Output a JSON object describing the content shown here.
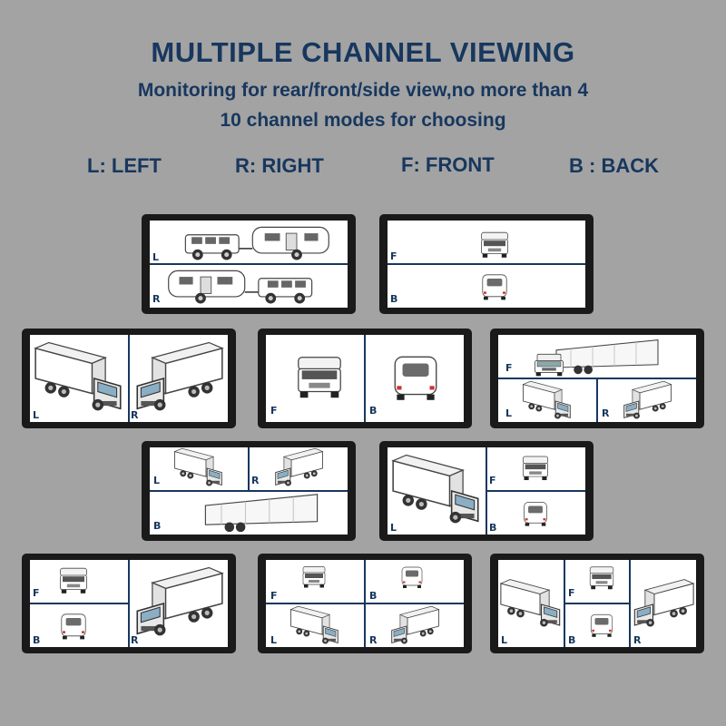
{
  "header": {
    "title": "MULTIPLE CHANNEL VIEWING",
    "subtitle_line1": "Monitoring for rear/front/side view,no more than 4",
    "subtitle_line2": "10 channel modes for choosing"
  },
  "legend": {
    "left": "L: LEFT",
    "right": "R: RIGHT",
    "front": "F: FRONT",
    "back": "B : BACK"
  },
  "modes": [
    {
      "labels": [
        "L",
        "R"
      ]
    },
    {
      "labels": [
        "F",
        "B"
      ]
    },
    {
      "labels": [
        "L",
        "R"
      ]
    },
    {
      "labels": [
        "F",
        "B"
      ]
    },
    {
      "labels": [
        "F",
        "L",
        "R"
      ]
    },
    {
      "labels": [
        "L",
        "R",
        "B"
      ]
    },
    {
      "labels": [
        "L",
        "F",
        "B"
      ]
    },
    {
      "labels": [
        "F",
        "B",
        "R"
      ]
    },
    {
      "labels": [
        "F",
        "B",
        "L",
        "R"
      ]
    },
    {
      "labels": [
        "L",
        "F",
        "B",
        "R"
      ]
    }
  ],
  "colors": {
    "heading": "#17375e",
    "background": "#a3a3a3",
    "divider": "#17375e",
    "bezel": "#1a1a1a"
  },
  "icons": [
    "side-truck-icon",
    "front-truck-icon",
    "rear-camper-icon",
    "front-camper-icon",
    "suv-trailer-icon",
    "trailer-icon"
  ]
}
